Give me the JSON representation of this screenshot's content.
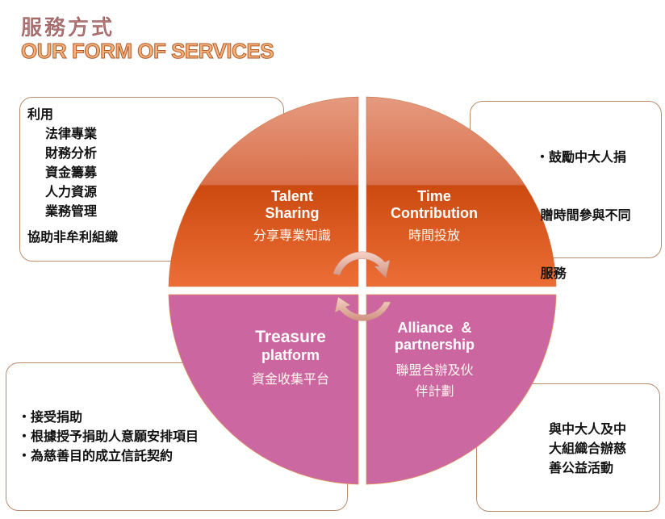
{
  "header": {
    "title_zh": "服務方式",
    "title_en": "OUR FORM OF SERVICES"
  },
  "colors": {
    "top_quadrant": "#e0622a",
    "top_quadrant_highlight": "#df8a6c",
    "bottom_quadrant": "#cc66a0",
    "box_border": "#b88a6a",
    "arrow": "#e8b0a0"
  },
  "quadrants": [
    {
      "position": "top-left",
      "title_en_line1": "Talent",
      "title_en_line2": "Sharing",
      "title_zh": "分享專業知識"
    },
    {
      "position": "top-right",
      "title_en_line1": "Time",
      "title_en_line2": "Contribution",
      "title_zh": "時間投放"
    },
    {
      "position": "bottom-left",
      "title_en_line1": "Treasure",
      "title_en_line2": "platform",
      "title_zh": "資金收集平台"
    },
    {
      "position": "bottom-right",
      "title_en_line1": "Alliance  &",
      "title_en_line2": "partnership",
      "title_zh_line1": "聯盟合辦及伙",
      "title_zh_line2": "伴計劃"
    }
  ],
  "boxes": {
    "top_left": {
      "heading": "利用",
      "items": [
        "法律專業",
        "財務分析",
        "資金籌募",
        "人力資源",
        "業務管理"
      ],
      "footer": "協助非牟利組織"
    },
    "top_right": {
      "lines": [
        "・鼓勵中大人捐",
        " 贈時間參與不同",
        " 服務"
      ]
    },
    "bottom_left": {
      "items": [
        "・接受捐助",
        "・根據授予捐助人意願安排項目",
        "・為慈善目的成立信託契約"
      ]
    },
    "bottom_right": {
      "lines": [
        "與中大人及中",
        "大組織合辦慈",
        "善公益活動"
      ]
    }
  },
  "icons": {
    "cycle_arrows": "circular-arrows-icon"
  }
}
